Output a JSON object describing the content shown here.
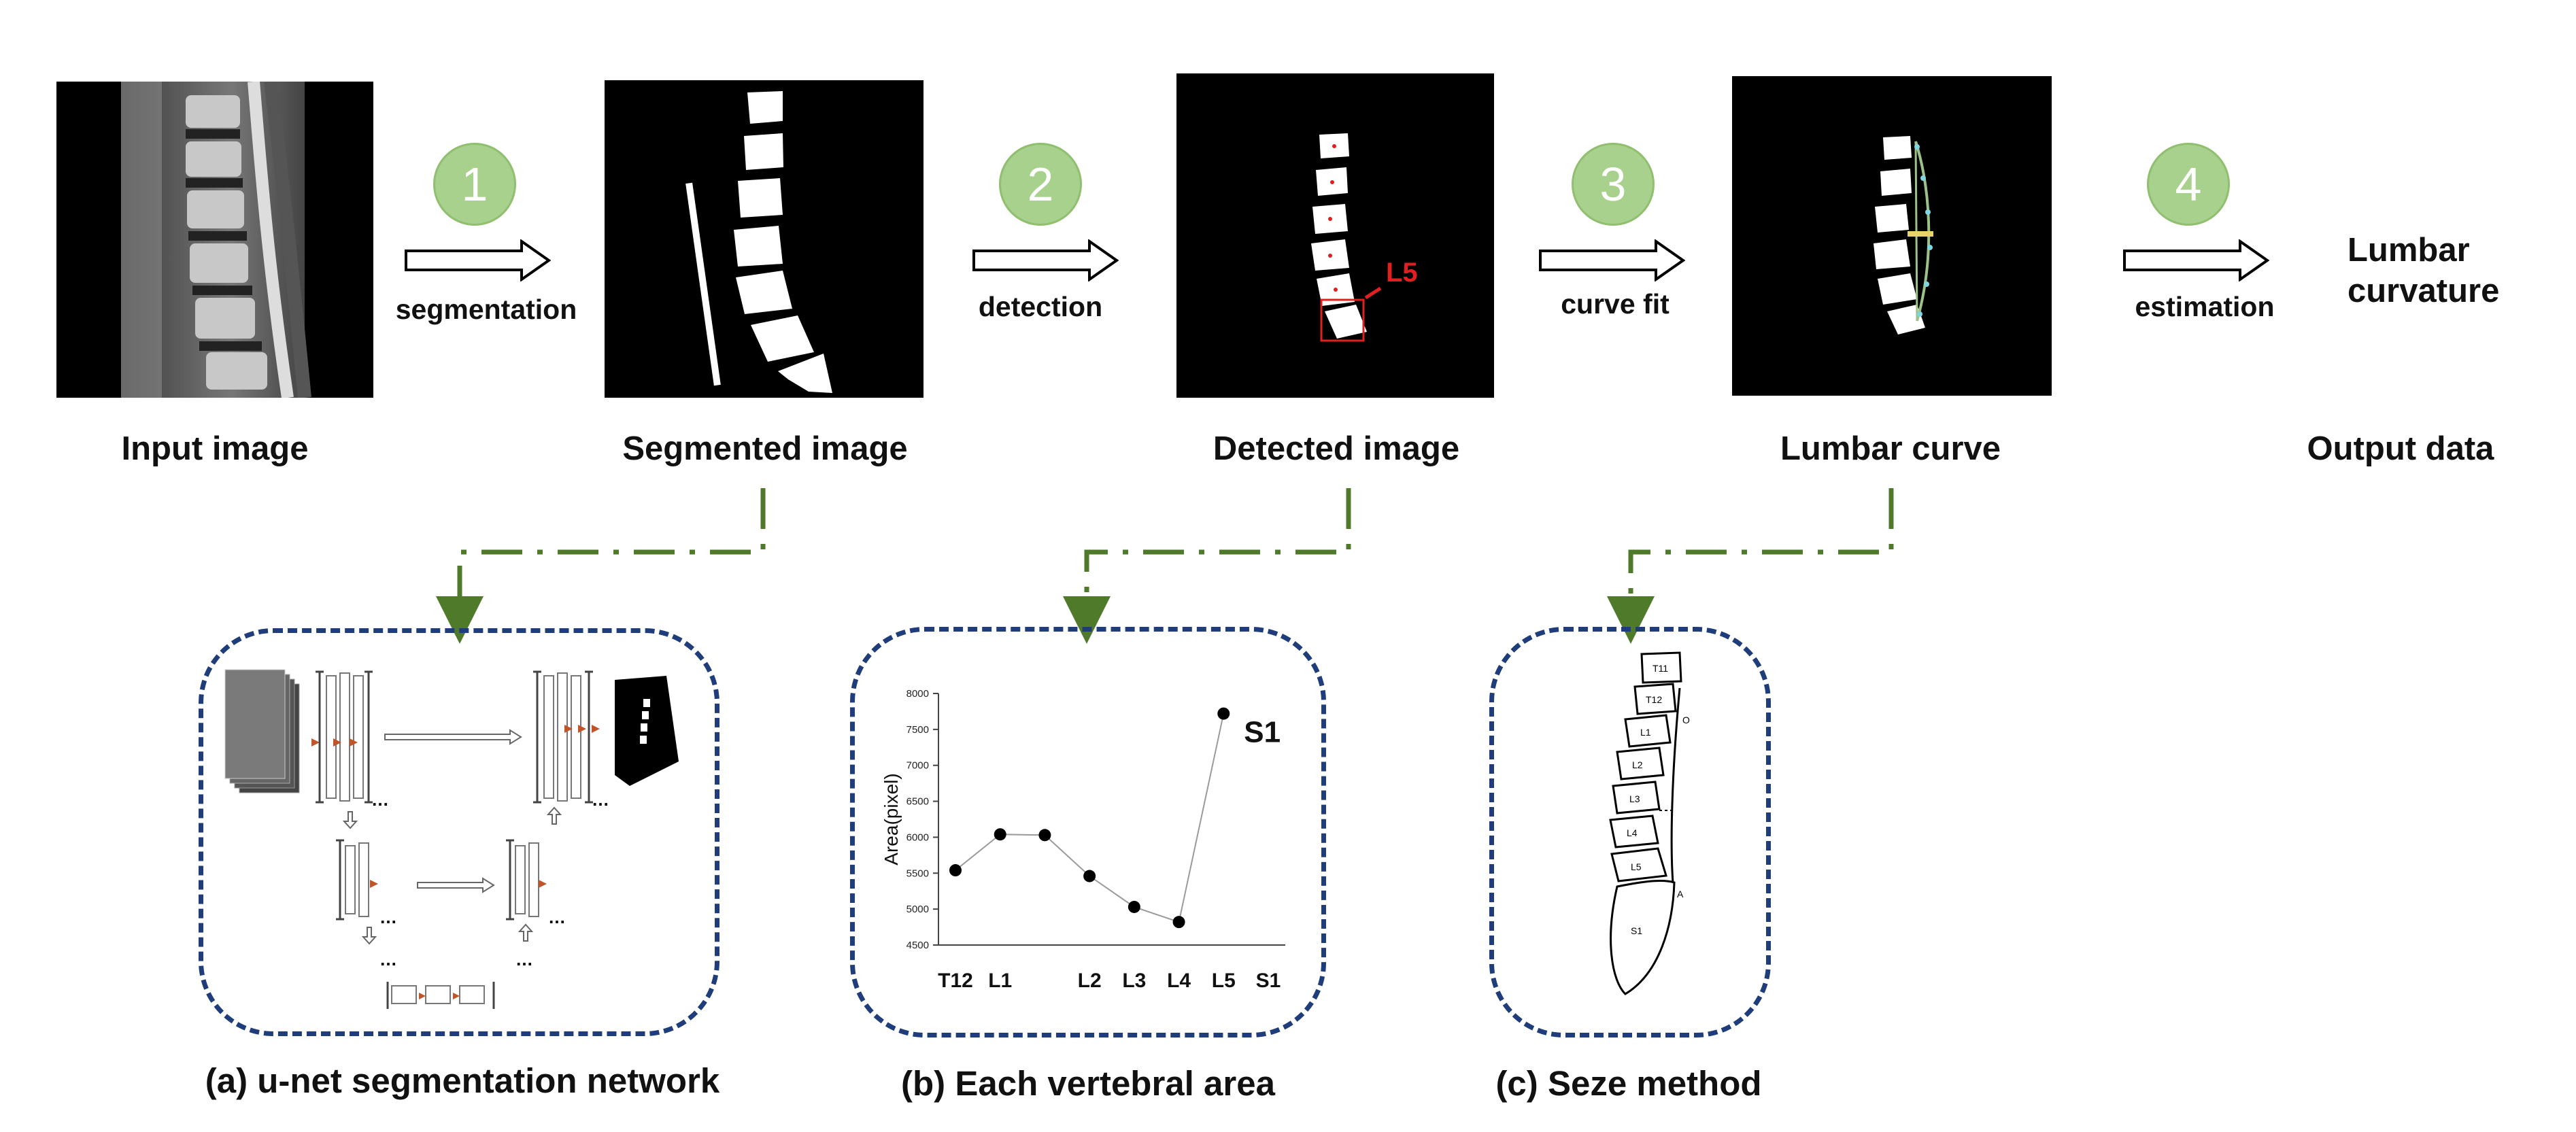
{
  "pipeline": {
    "stages": [
      {
        "label": "Input image"
      },
      {
        "label": "Segmented image"
      },
      {
        "label": "Detected image"
      },
      {
        "label": "Lumbar curve"
      },
      {
        "label": "Output data"
      }
    ],
    "steps": [
      {
        "number": "1",
        "label": "segmentation"
      },
      {
        "number": "2",
        "label": "detection"
      },
      {
        "number": "3",
        "label": "curve fit"
      },
      {
        "number": "4",
        "label": "estimation"
      }
    ],
    "output_line1": "Lumbar",
    "output_line2": "curvature",
    "detected_marker": "L5"
  },
  "details": [
    {
      "caption": "(a) u-net segmentation network"
    },
    {
      "caption": "(b) Each vertebral  area"
    },
    {
      "caption": "(c) Seze method"
    }
  ],
  "seze_labels": [
    "T11",
    "T12",
    "L1",
    "L2",
    "L3",
    "L4",
    "L5",
    "S1",
    "O",
    "A"
  ],
  "chart_data": {
    "type": "line",
    "categories": [
      "T12",
      "L1",
      "L2",
      "L3",
      "L4",
      "L5",
      "S1"
    ],
    "x_positions": [
      "T12",
      "L1",
      "",
      "L2",
      "L3",
      "L4",
      "L5",
      "S1"
    ],
    "series": [
      {
        "values": [
          5540,
          6040,
          6030,
          5460,
          5030,
          4820,
          7720
        ]
      }
    ],
    "point_categories": [
      "T12",
      "L1",
      "",
      "L2",
      "L3",
      "L4",
      "L5"
    ],
    "ylabel": "Area(pixel)",
    "ylim": [
      4500,
      8000
    ],
    "yticks": [
      4500,
      5000,
      5500,
      6000,
      6500,
      7000,
      7500,
      8000
    ],
    "annotation": "S1",
    "grid": false
  },
  "colors": {
    "step_circle": "#a9d18e",
    "dashed_box": "#1f3d7a",
    "connector": "#4e7a2a",
    "marker_red": "#e02020"
  }
}
